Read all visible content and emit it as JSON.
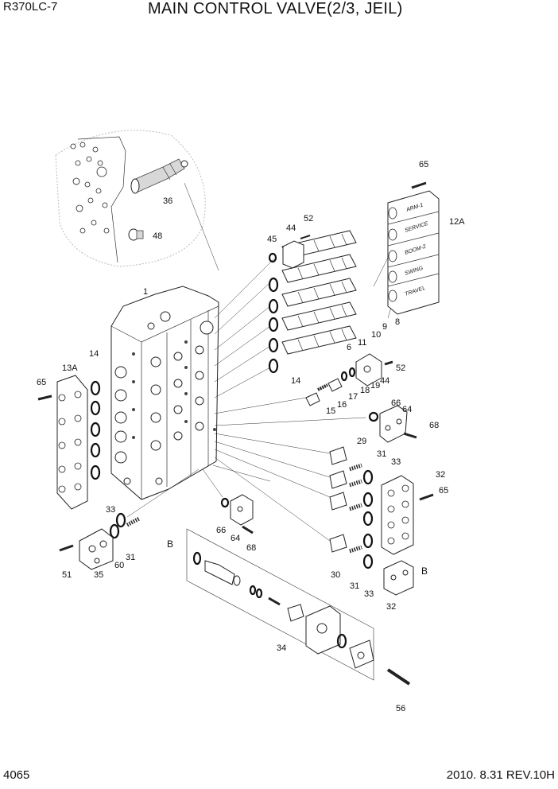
{
  "header": {
    "model": "R370LC-7",
    "title": "MAIN CONTROL VALVE(2/3, JEIL)"
  },
  "footer": {
    "page_number": "4065",
    "revision": "2010. 8.31  REV.10H"
  },
  "callouts": {
    "p1": "1",
    "p6": "6",
    "p8": "8",
    "p9": "9",
    "p10": "10",
    "p11": "11",
    "p12a": "12A",
    "p13a": "13A",
    "p14a": "14",
    "p14b": "14",
    "p15": "15",
    "p16": "16",
    "p17": "17",
    "p18": "18",
    "p19": "19",
    "p29": "29",
    "p30": "30",
    "p31a": "31",
    "p31b": "31",
    "p31c": "31",
    "p32a": "32",
    "p32b": "32",
    "p33a": "33",
    "p33b": "33",
    "p33c": "33",
    "p34": "34",
    "p35": "35",
    "p36": "36",
    "p44a": "44",
    "p44b": "44",
    "p45": "45",
    "p48": "48",
    "p51": "51",
    "p52a": "52",
    "p52b": "52",
    "p56": "56",
    "p60": "60",
    "p64a": "64",
    "p64b": "64",
    "p65a": "65",
    "p65b": "65",
    "p65c": "65",
    "p66a": "66",
    "p66b": "66",
    "p68a": "68",
    "p68b": "68",
    "ref_b1": "B",
    "ref_b2": "B"
  },
  "cap_labels": {
    "arm1": "ARM-1",
    "service": "SERVICE",
    "boom2": "BOOM-2",
    "swing": "SWING",
    "travel": "TRAVEL"
  }
}
